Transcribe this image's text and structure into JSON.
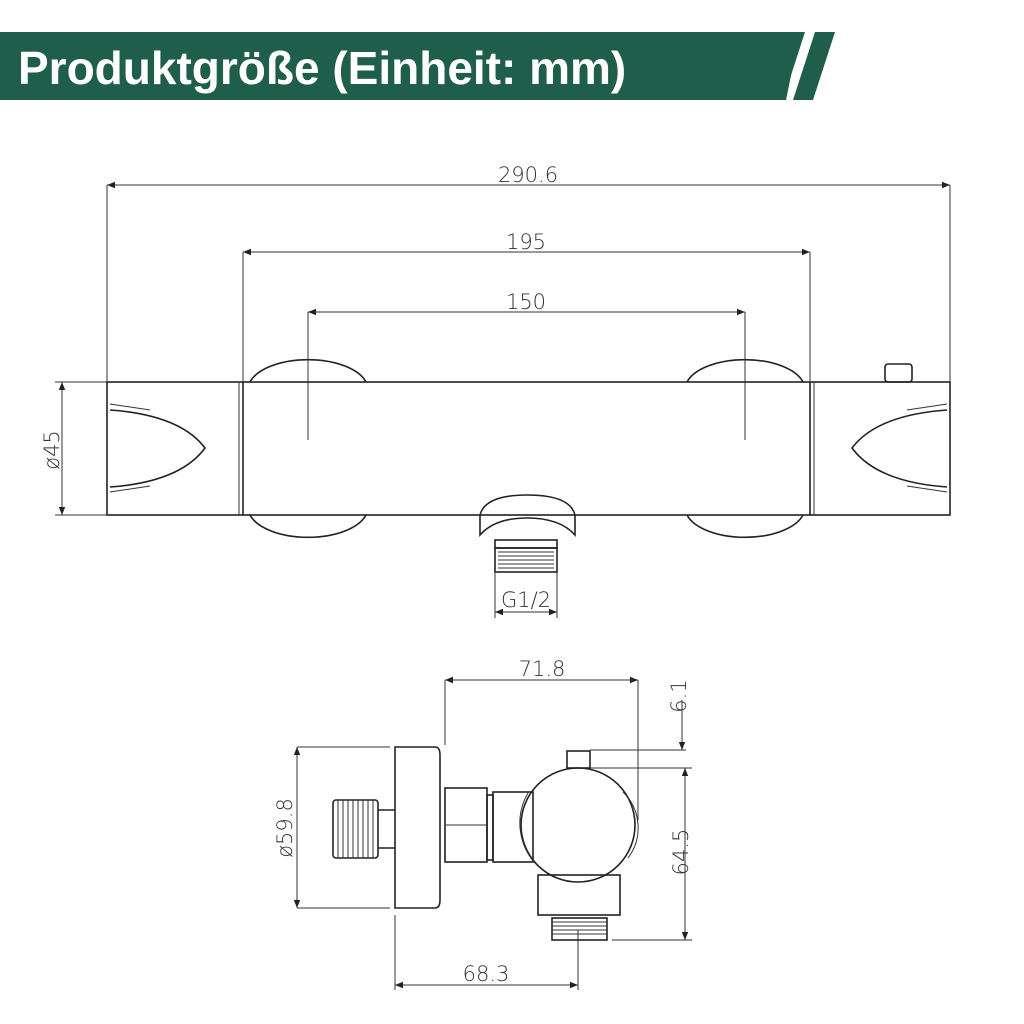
{
  "header": {
    "title": "Produktgröße (Einheit: mm)",
    "banner_color": "#1f5e4b"
  },
  "front_view": {
    "overall_length": "290.6",
    "cap_distance": "195",
    "inlet_spacing": "150",
    "diameter": "ø45",
    "outlet_thread": "G1/2"
  },
  "side_view": {
    "depth": "71.8",
    "knob_height": "6.1",
    "mount_diameter": "ø59.8",
    "body_height": "64.5",
    "outlet_offset": "68.3"
  }
}
